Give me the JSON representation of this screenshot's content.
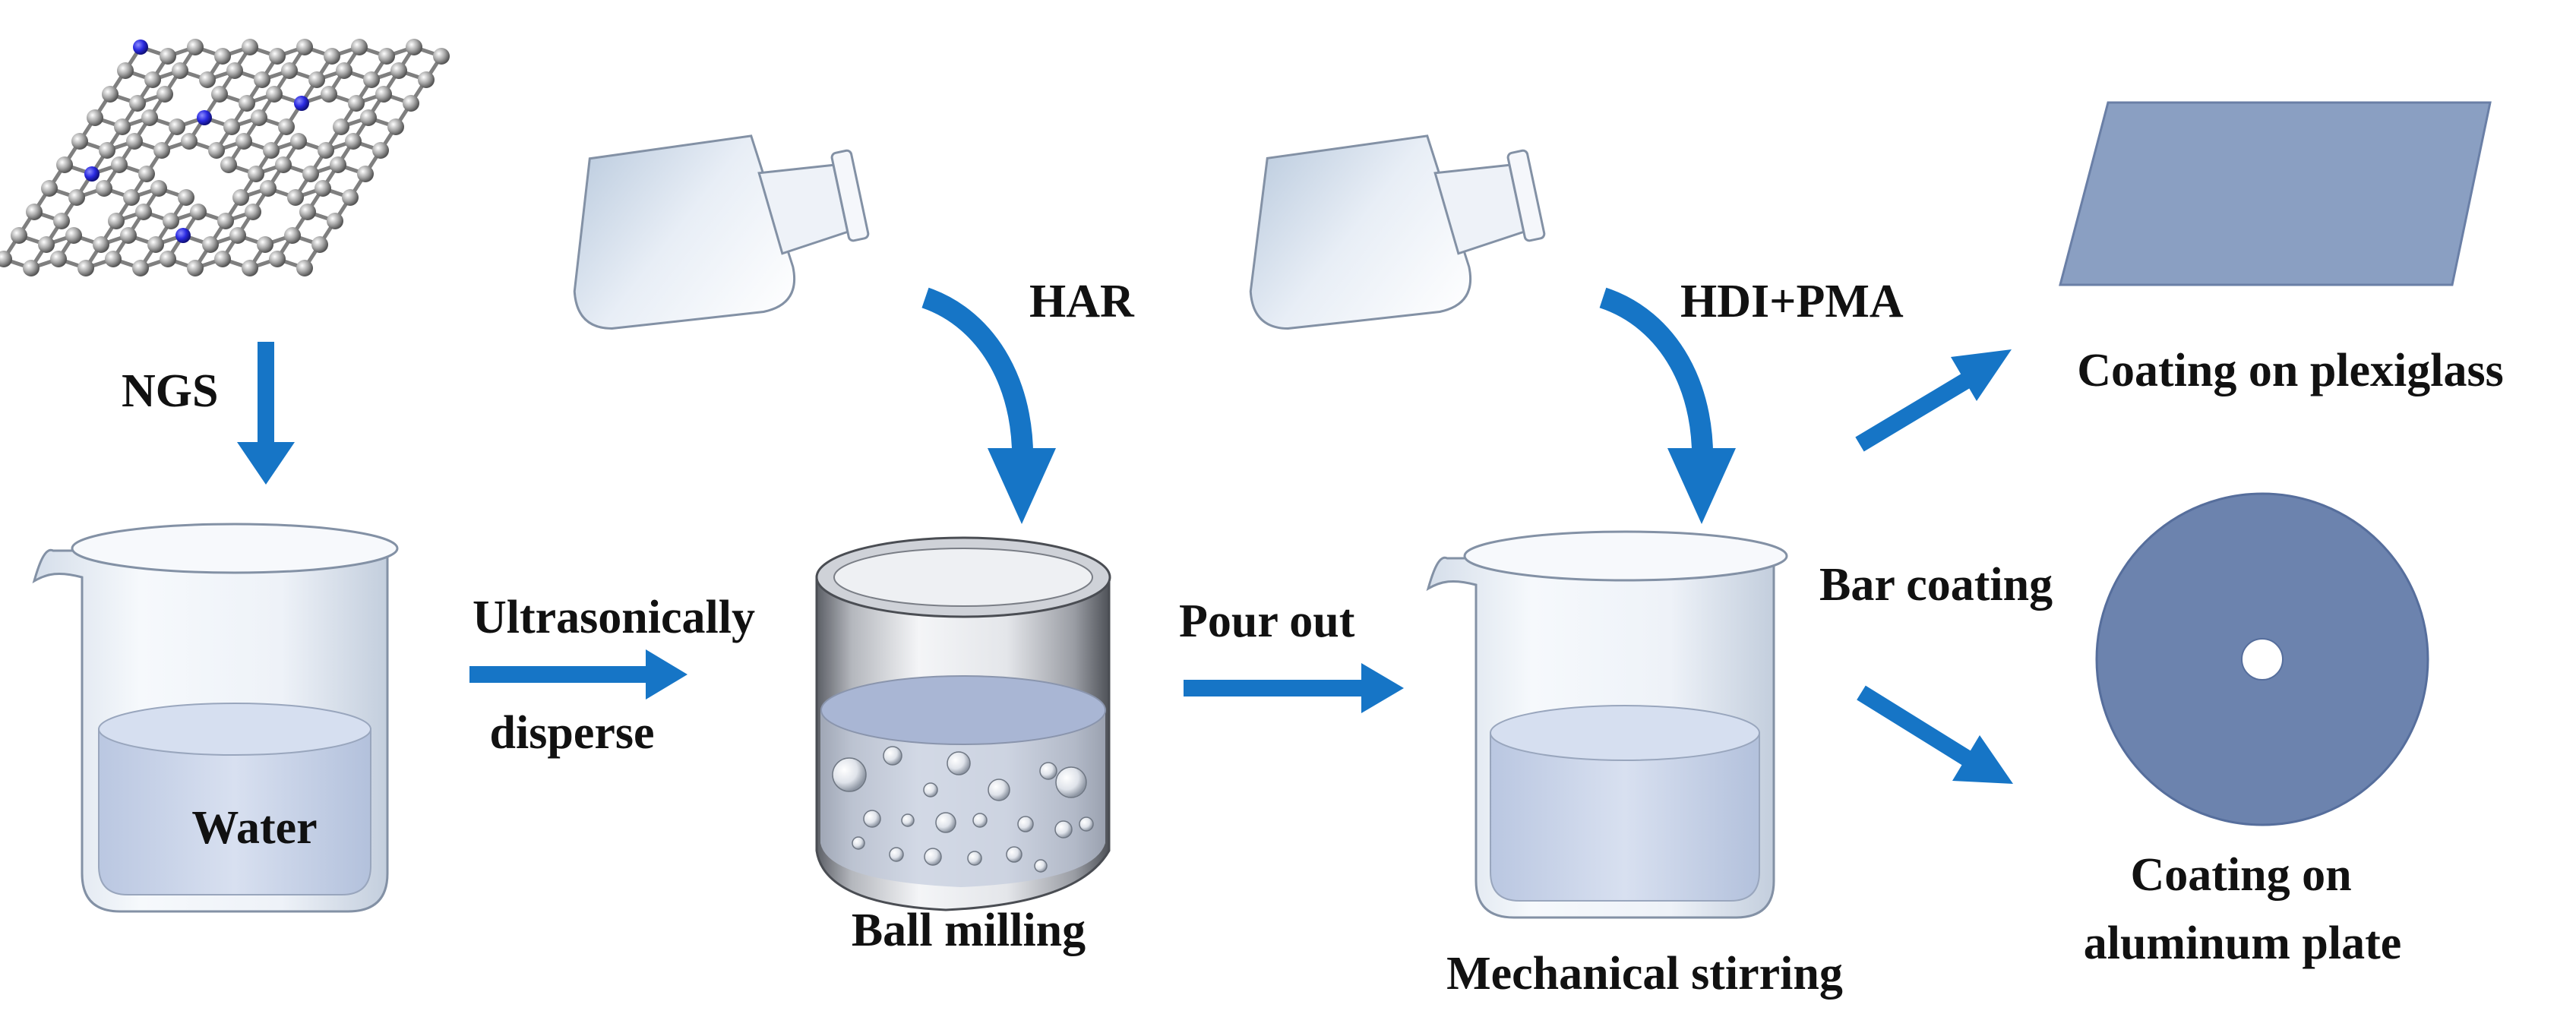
{
  "labels": {
    "ngs": "NGS",
    "water": "Water",
    "ultrasonic_line1": "Ultrasonically",
    "ultrasonic_line2": "disperse",
    "har": "HAR",
    "ball_milling": "Ball milling",
    "pour_out": "Pour out",
    "hdi_pma": "HDI+PMA",
    "mechanical_stirring": "Mechanical stirring",
    "bar_coating": "Bar coating",
    "coating_plexiglass": "Coating on plexiglass",
    "coating_aluminum_line1": "Coating on",
    "coating_aluminum_line2": "aluminum plate"
  },
  "colors": {
    "arrow": "#1675c6",
    "liquid": "#c9d4ea",
    "plexiglass": "#8a9fc2",
    "aluminum_plate": "#6c83ae",
    "carbon_atom": "#9a9a9a",
    "nitrogen_atom": "#2a2ae0"
  },
  "icons": {
    "graphene_sheet": "n-doped-graphene-sheet-icon",
    "beaker": "beaker-icon",
    "flask": "conical-flask-icon",
    "ball_mill_jar": "ball-mill-jar-icon",
    "plexiglass_sheet": "plexiglass-sheet-icon",
    "aluminum_disc": "aluminum-disc-icon"
  }
}
